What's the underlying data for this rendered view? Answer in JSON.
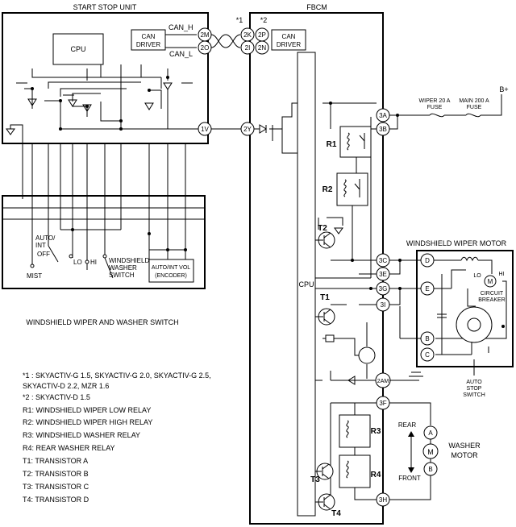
{
  "units": {
    "start_stop": "START STOP UNIT",
    "fbcm": "FBCM",
    "switch": "WINDSHIELD WIPER AND WASHER SWITCH",
    "wiper_motor": "WINDSHIELD WIPER MOTOR",
    "washer_motor_1": "WASHER",
    "washer_motor_2": "MOTOR"
  },
  "components": {
    "cpu_ssu": "CPU",
    "cpu_fbcm": "CPU",
    "can_driver_1": "CAN",
    "can_driver_2": "DRIVER",
    "can_h": "CAN_H",
    "can_l": "CAN_L",
    "auto_int_vol_1": "AUTO/INT VOL",
    "auto_int_vol_2": "(ENCODER)",
    "b_plus": "B+",
    "wiper_fuse_1": "WIPER 20 A",
    "wiper_fuse_2": "FUSE",
    "main_fuse_1": "MAIN 200 A",
    "main_fuse_2": "FUSE",
    "circuit_breaker_1": "CIRCUIT",
    "circuit_breaker_2": "BREAKER",
    "auto_stop_1": "AUTO",
    "auto_stop_2": "STOP",
    "auto_stop_3": "SWITCH",
    "lo": "LO",
    "hi": "HI",
    "motor_m": "M",
    "rear": "REAR",
    "front": "FRONT"
  },
  "switch_labels": {
    "auto_int_1": "AUTO/",
    "auto_int_2": "INT",
    "off": "OFF",
    "lo": "LO",
    "hi": "HI",
    "mist": "MIST",
    "washer_1": "WINDSHIELD",
    "washer_2": "WASHER",
    "washer_3": "SWITCH"
  },
  "terminals": {
    "t2M": "2M",
    "t2O": "2O",
    "t1V": "1V",
    "t2K": "2K",
    "t2P": "2P",
    "t2I": "2I",
    "t2N": "2N",
    "t2Y": "2Y",
    "t3A": "3A",
    "t3B": "3B",
    "t3C": "3C",
    "t3E": "3E",
    "t3G": "3G",
    "t3I": "3I",
    "t2AM": "2AM",
    "t3F": "3F",
    "t3H": "3H",
    "tD": "D",
    "tE": "E",
    "tB": "B",
    "tC": "C",
    "tA": "A",
    "tB2": "B"
  },
  "refs": {
    "star1": "*1",
    "star2": "*2",
    "r1": "R1",
    "r2": "R2",
    "r3": "R3",
    "r4": "R4",
    "t1": "T1",
    "t2": "T2",
    "t3": "T3",
    "t4": "T4"
  },
  "legend": [
    "*1 : SKYACTIV-G 1.5, SKYACTIV-G 2.0, SKYACTIV-G 2.5,",
    "SKYACTIV-D 2.2, MZR 1.6",
    "*2 : SKYACTIV-D 1.5",
    "R1: WINDSHIELD WIPER LOW RELAY",
    "R2: WINDSHIELD WIPER HIGH RELAY",
    "R3: WINDSHIELD WASHER RELAY",
    "R4: REAR WASHER RELAY",
    "T1: TRANSISTOR A",
    "T2: TRANSISTOR B",
    "T3: TRANSISTOR C",
    "T4: TRANSISTOR D"
  ]
}
